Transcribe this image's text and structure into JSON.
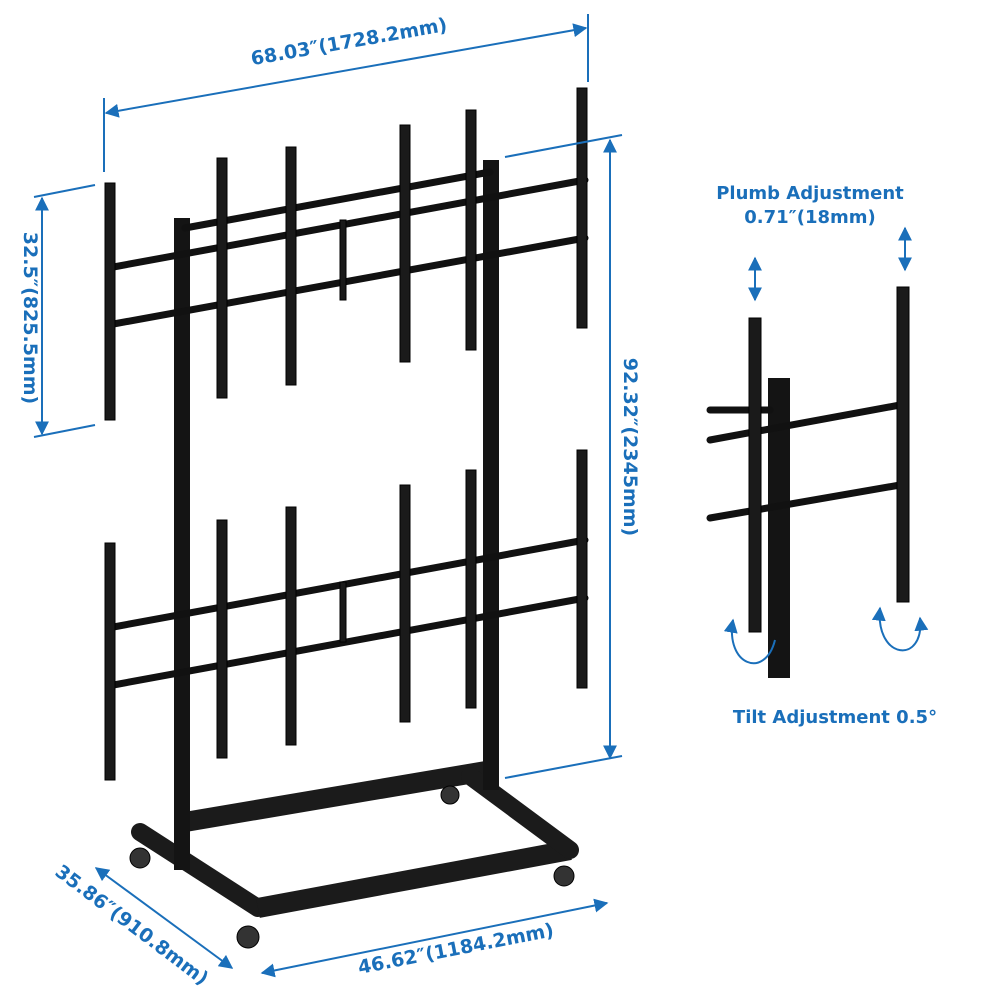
{
  "dimensions": {
    "overall_width": "68.03″(1728.2mm)",
    "panel_height": "32.5″(825.5mm)",
    "overall_height": "92.32″(2345mm)",
    "base_depth": "35.86″(910.8mm)",
    "base_width": "46.62″(1184.2mm)"
  },
  "detail": {
    "plumb_title": "Plumb Adjustment",
    "plumb_value": "0.71″(18mm)",
    "tilt": "Tilt Adjustment 0.5°"
  },
  "colors": {
    "accent": "#1a6fba",
    "product": "#141414"
  }
}
